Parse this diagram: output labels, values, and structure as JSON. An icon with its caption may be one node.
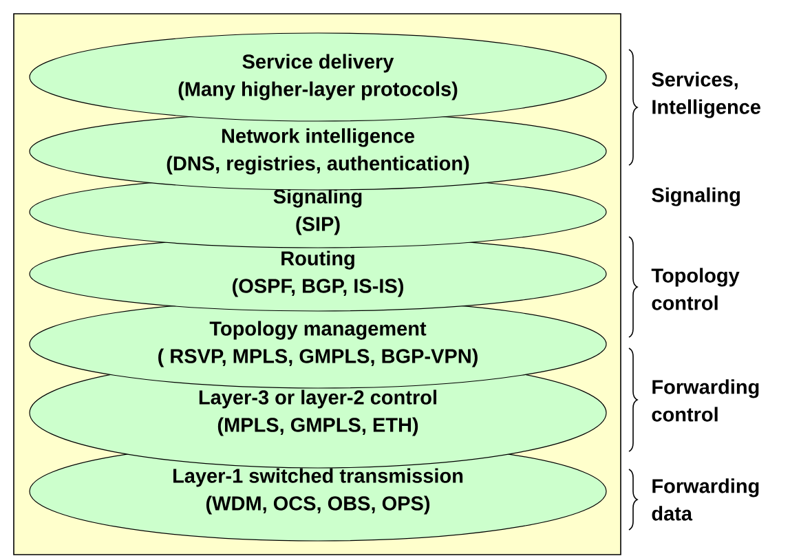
{
  "diagram": {
    "nodes": [
      {
        "text": [
          "Service delivery",
          "(Many higher-layer protocols)"
        ]
      },
      {
        "text": [
          "Network intelligence",
          "(DNS, registries, authentication)"
        ]
      },
      {
        "text": [
          "Signaling",
          "(SIP)"
        ]
      },
      {
        "text": [
          "Routing",
          "(OSPF, BGP, IS-IS)"
        ]
      },
      {
        "text": [
          "Topology management",
          "( RSVP, MPLS, GMPLS, BGP-VPN)"
        ]
      },
      {
        "text": [
          "Layer-3 or layer-2 control",
          "(MPLS, GMPLS, ETH)"
        ]
      },
      {
        "text": [
          "Layer-1 switched transmission",
          "(WDM, OCS, OBS, OPS)"
        ]
      }
    ],
    "edges": [],
    "labels": [
      "Services, Intelligence",
      "Signaling",
      "Topology control",
      "Forwarding control",
      "Forwarding data"
    ]
  }
}
